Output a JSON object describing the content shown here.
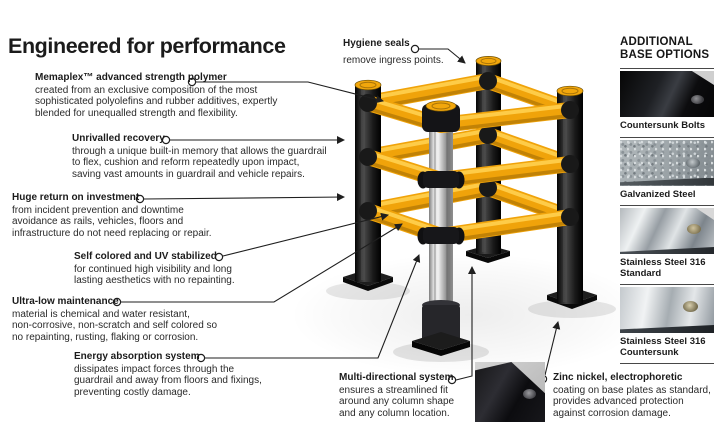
{
  "title": "Engineered for performance",
  "features": {
    "memaplex": {
      "heading": "Memaplex™ advanced strength polymer",
      "body": "created from an exclusive composition of the most\nsophisticated polyolefins and rubber additives, expertly\nblended for unequalled strength and flexibility."
    },
    "recovery": {
      "heading": "Unrivalled recovery",
      "body": "through a unique built-in memory that allows the guardrail\nto flex, cushion and reform repeatedly upon impact,\nsaving vast amounts in guardrail and vehicle repairs."
    },
    "roi": {
      "heading": "Huge return on investment",
      "body": "from incident prevention and downtime\navoidance as rails, vehicles, floors and\ninfrastructure do not need replacing or repair."
    },
    "uv": {
      "heading": "Self colored and UV stabilized",
      "body": "for continued high visibility and long\nlasting aesthetics with no repainting."
    },
    "maintenance": {
      "heading": "Ultra-low maintenance",
      "body": "material is chemical and water resistant,\nnon-corrosive, non-scratch and self colored so\nno repainting, rusting, flaking or corrosion."
    },
    "energy": {
      "heading": "Energy absorption system",
      "body": "dissipates impact forces through the\nguardrail and away from floors and fixings,\npreventing costly damage."
    },
    "hygiene": {
      "heading": "Hygiene seals",
      "body": "remove ingress points."
    },
    "multidirectional": {
      "heading": "Multi-directional system",
      "body": "ensures a streamlined fit\naround any column shape\nand any column location."
    },
    "zinc": {
      "heading": "Zinc nickel, electrophoretic",
      "body": "coating on base plates as standard,\nprovides advanced protection\nagainst corrosion damage."
    }
  },
  "sidebar": {
    "heading": "ADDITIONAL\nBASE OPTIONS",
    "options": [
      {
        "label": "Countersunk Bolts"
      },
      {
        "label": "Galvanized Steel"
      },
      {
        "label": "Stainless Steel 316\nStandard"
      },
      {
        "label": "Stainless Steel 316\nCountersunk"
      }
    ]
  },
  "colors": {
    "rail_yellow": "#F0A30A",
    "structure_black": "#1B1B1B",
    "text": "#1D1D1D"
  }
}
